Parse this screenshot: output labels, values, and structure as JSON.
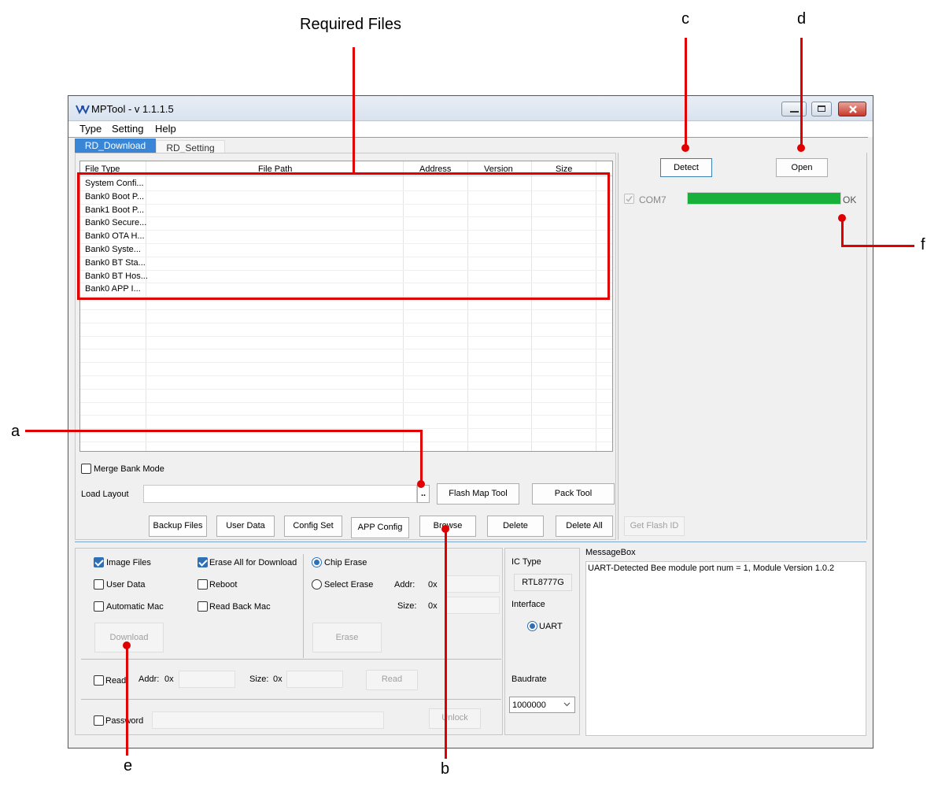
{
  "callouts": {
    "required_files": "Required Files",
    "a": "a",
    "b": "b",
    "c": "c",
    "d": "d",
    "e": "e",
    "f": "f"
  },
  "window": {
    "title": "MPTool - v 1.1.1.5"
  },
  "menu": [
    "Type",
    "Setting",
    "Help"
  ],
  "tabs": [
    {
      "label": "RD_Download",
      "active": true
    },
    {
      "label": "RD_Setting",
      "active": false
    }
  ],
  "file_table": {
    "columns": [
      "File Type",
      "File Path",
      "Address",
      "Version",
      "Size"
    ],
    "rows": [
      "System Confi...",
      "Bank0 Boot P...",
      "Bank1 Boot P...",
      "Bank0 Secure...",
      "Bank0 OTA H...",
      "Bank0 Syste...",
      "Bank0 BT Sta...",
      "Bank0 BT Hos...",
      "Bank0 APP I..."
    ]
  },
  "options": {
    "merge_bank_mode": "Merge Bank Mode",
    "load_layout_label": "Load Layout",
    "load_layout_value": "",
    "browse_dots": "..",
    "flash_map_tool": "Flash Map Tool",
    "pack_tool": "Pack Tool"
  },
  "action_buttons": {
    "backup_files": "Backup Files",
    "user_data": "User Data",
    "config_set": "Config Set",
    "app_config": "APP Config",
    "browse": "Browse",
    "delete": "Delete",
    "delete_all": "Delete All"
  },
  "device_panel": {
    "detect": "Detect",
    "open": "Open",
    "port": "COM7",
    "port_status": "OK",
    "progress": 1.0,
    "progress_color": "#16b03a",
    "get_flash_id": "Get Flash ID"
  },
  "download": {
    "image_files": "Image Files",
    "image_files_checked": true,
    "erase_all": "Erase All for Download",
    "erase_all_checked": true,
    "user_data": "User Data",
    "reboot": "Reboot",
    "automatic_mac": "Automatic Mac",
    "read_back_mac": "Read Back Mac",
    "download_btn": "Download",
    "chip_erase": "Chip Erase",
    "select_erase": "Select Erase",
    "addr_label": "Addr:",
    "size_label": "Size:",
    "hex_prefix": "0x",
    "erase_btn": "Erase",
    "read_label": "Read",
    "read_addr": "Addr:",
    "read_size": "Size:",
    "read_btn": "Read",
    "password_label": "Password",
    "unlock_btn": "Unlock"
  },
  "ic": {
    "ic_type_label": "IC Type",
    "ic_type_value": "RTL8777G",
    "interface_label": "Interface",
    "interface_value": "UART",
    "baudrate_label": "Baudrate",
    "baudrate_value": "1000000"
  },
  "message_box": {
    "title": "MessageBox",
    "text": "UART-Detected Bee module port num = 1, Module Version 1.0.2"
  }
}
